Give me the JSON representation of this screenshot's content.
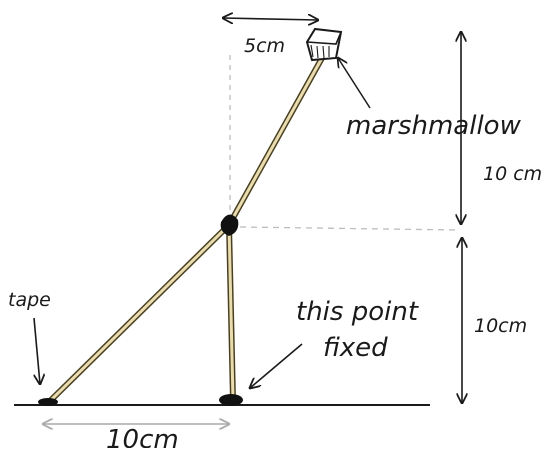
{
  "labels": {
    "top_dimension": "5cm",
    "marshmallow": "marshmallow",
    "upper_height": "10 cm",
    "lower_height": "10cm",
    "bottom_dimension": "10cm",
    "tape": "tape",
    "fixed_point_line1": "this point",
    "fixed_point_line2": "fixed"
  },
  "colors": {
    "ink": "#1a1a1a",
    "guide": "#bdbdbd",
    "stick_outline": "#4a4020",
    "stick_fill": "#e9ddb0",
    "tape": "#111111"
  }
}
